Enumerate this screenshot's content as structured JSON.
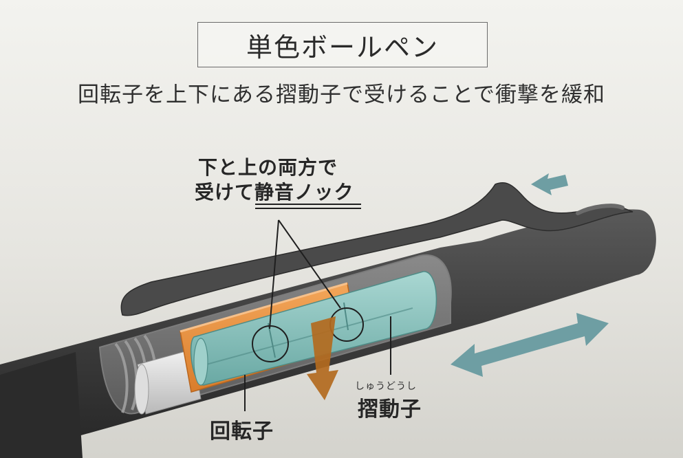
{
  "title": "単色ボールペン",
  "subtitle": "回転子を上下にある摺動子で受けることで衝撃を緩和",
  "callout": {
    "line1": "下と上の両方で",
    "line2_prefix": "受けて",
    "line2_emphasis": "静音ノック"
  },
  "labels": {
    "rotor": "回転子",
    "sliding_ruby": "しゅうどうし",
    "sliding": "摺動子"
  },
  "colors": {
    "background": "#e9e8e3",
    "pen_body": "#3a3a3a",
    "rotor_orange": "#e8913f",
    "sliding_teal": "#86c2bd",
    "arrow_teal": "#6e9ea3",
    "arrow_down_brown": "#b36a1e"
  }
}
